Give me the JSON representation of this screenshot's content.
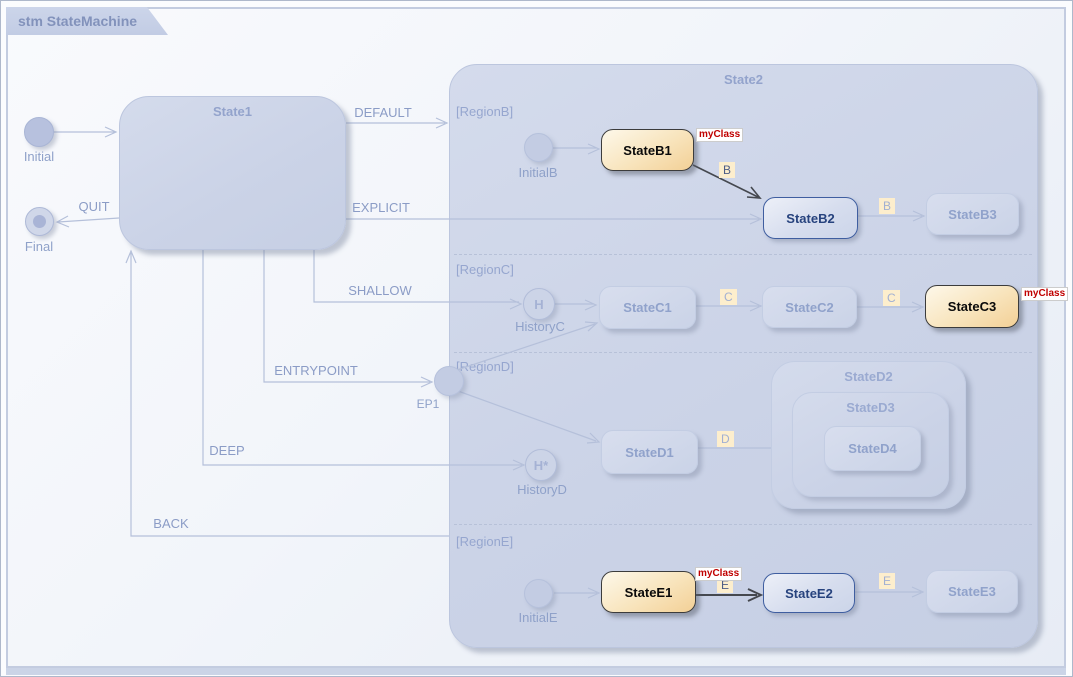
{
  "frame": {
    "title": "stm StateMachine"
  },
  "nodes": {
    "initial": "Initial",
    "final": "Final",
    "state1": "State1",
    "state2": "State2",
    "initialB": "InitialB",
    "stateB1": "StateB1",
    "stateB2": "StateB2",
    "stateB3": "StateB3",
    "historyC": "HistoryC",
    "historyC_glyph": "H",
    "stateC1": "StateC1",
    "stateC2": "StateC2",
    "stateC3": "StateC3",
    "ep1": "EP1",
    "historyD": "HistoryD",
    "historyD_glyph": "H*",
    "stateD1": "StateD1",
    "stateD2": "StateD2",
    "stateD3": "StateD3",
    "stateD4": "StateD4",
    "initialE": "InitialE",
    "stateE1": "StateE1",
    "stateE2": "StateE2",
    "stateE3": "StateE3"
  },
  "regions": {
    "b": "[RegionB]",
    "c": "[RegionC]",
    "d": "[RegionD]",
    "e": "[RegionE]"
  },
  "transitions": {
    "default": "DEFAULT",
    "explicit": "EXPLICIT",
    "quit": "QUIT",
    "shallow": "SHALLOW",
    "entrypoint": "ENTRYPOINT",
    "deep": "DEEP",
    "back": "BACK"
  },
  "triggers": {
    "b1": "B",
    "b2": "B",
    "c1": "C",
    "c2": "C",
    "d1": "D",
    "e1": "E",
    "e2": "E"
  },
  "stereotype": "myClass",
  "colors": {
    "active_fill_top": "#fdf8ea",
    "active_fill_bottom": "#f3d096",
    "active_border": "#3c3c3c",
    "current_border": "#3f5ea0",
    "current_text": "#27437e",
    "ghost_text": "#90a2cb",
    "stereotype_text": "#c00000",
    "trigger_bg": "#fdeecd",
    "frame_tab_fill": "#c6cfe6"
  }
}
